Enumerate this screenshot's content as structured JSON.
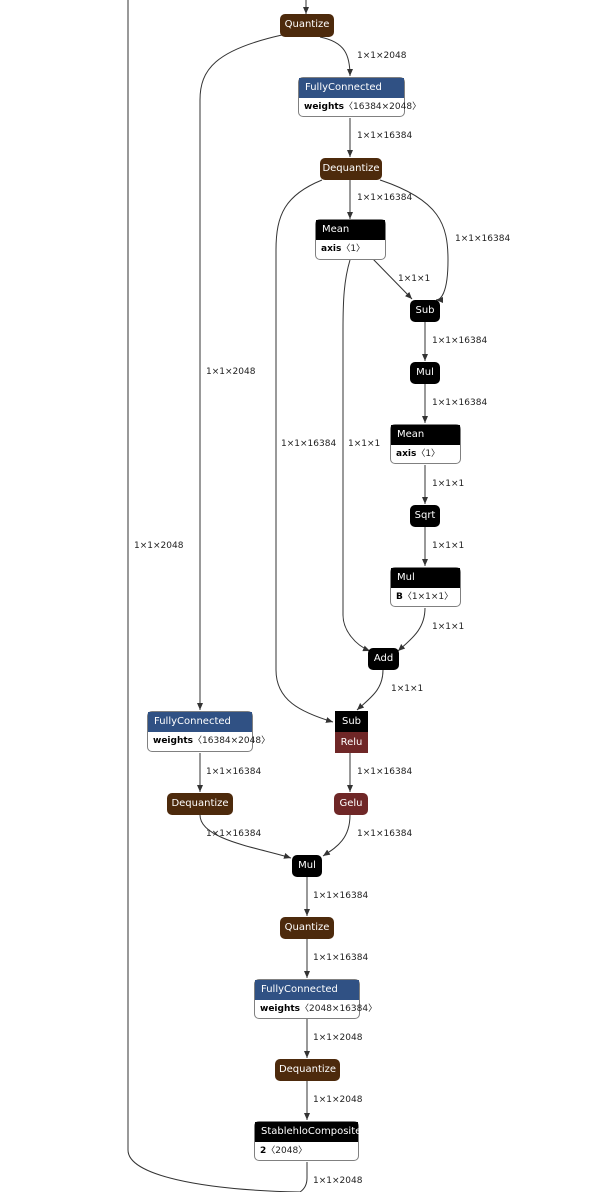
{
  "colors": {
    "quant": "#4d2a0c",
    "fc": "#305184",
    "op": "#000000",
    "act": "#6f2727",
    "edge": "#333333"
  },
  "nodes": {
    "quantize_top": "Quantize",
    "fc1": {
      "title": "FullyConnected",
      "attr_name": "weights",
      "attr_value": "〈16384×2048〉"
    },
    "dequant1": "Dequantize",
    "mean1": {
      "title": "Mean",
      "attr_name": "axis",
      "attr_value": "〈1〉"
    },
    "sub1": "Sub",
    "mul1": "Mul",
    "mean2": {
      "title": "Mean",
      "attr_name": "axis",
      "attr_value": "〈1〉"
    },
    "sqrt": "Sqrt",
    "mul2": {
      "title": "Mul",
      "attr_name": "B",
      "attr_value": "〈1×1×1〉"
    },
    "add": "Add",
    "fc2": {
      "title": "FullyConnected",
      "attr_name": "weights",
      "attr_value": "〈16384×2048〉"
    },
    "sub2": "Sub",
    "relu": "Relu",
    "dequant2": "Dequantize",
    "gelu": "Gelu",
    "mul3": "Mul",
    "quantize_bottom": "Quantize",
    "fc3": {
      "title": "FullyConnected",
      "attr_name": "weights",
      "attr_value": "〈2048×16384〉"
    },
    "dequant3": "Dequantize",
    "stablehlo": {
      "title": "StablehloComposite",
      "attr_name": "2",
      "attr_value": "〈2048〉"
    }
  },
  "edge_labels": {
    "e_q_fc1": "1×1×2048",
    "e_fc1_dq": "1×1×16384",
    "e_dq_mean": "1×1×16384",
    "e_dq_sub": "1×1×16384",
    "e_mean_sub": "1×1×1",
    "e_q_fc2": "1×1×2048",
    "e_sub_mul": "1×1×16384",
    "e_mul_mean2": "1×1×16384",
    "e_dq_sub2": "1×1×16384",
    "e_mean_add": "1×1×1",
    "e_outer": "1×1×2048",
    "e_mean2_sqrt": "1×1×1",
    "e_sqrt_mul2": "1×1×1",
    "e_mul2_add": "1×1×1",
    "e_add_sub2": "1×1×1",
    "e_fc2_dq2": "1×1×16384",
    "e_relu_gelu": "1×1×16384",
    "e_dq2_mul3": "1×1×16384",
    "e_gelu_mul3": "1×1×16384",
    "e_mul3_q": "1×1×16384",
    "e_q_fc3": "1×1×16384",
    "e_fc3_dq3": "1×1×2048",
    "e_dq3_st": "1×1×2048",
    "e_st_out": "1×1×2048"
  }
}
